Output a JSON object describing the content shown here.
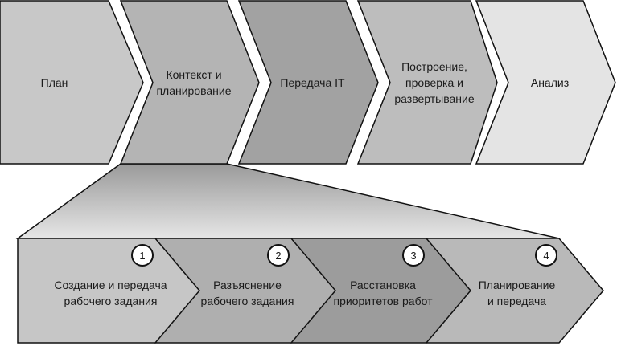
{
  "phases": [
    {
      "lines": [
        "План"
      ],
      "color": "#c8c8c8"
    },
    {
      "lines": [
        "Контекст и",
        "планирование"
      ],
      "color": "#b4b4b4"
    },
    {
      "lines": [
        "Передача IT"
      ],
      "color": "#a2a2a2"
    },
    {
      "lines": [
        "Построение,",
        "проверка и",
        "развертывание"
      ],
      "color": "#bdbdbd"
    },
    {
      "lines": [
        "Анализ"
      ],
      "color": "#e4e4e4"
    }
  ],
  "steps": [
    {
      "number": "1",
      "lines": [
        "Создание и передача",
        "рабочего задания"
      ],
      "color": "#c6c6c6"
    },
    {
      "number": "2",
      "lines": [
        "Разъяснение",
        "рабочего задания"
      ],
      "color": "#afafaf"
    },
    {
      "number": "3",
      "lines": [
        "Расстановка",
        "приоритетов работ"
      ],
      "color": "#9c9c9c"
    },
    {
      "number": "4",
      "lines": [
        "Планирование",
        "и передача"
      ],
      "color": "#b9b9b9"
    }
  ]
}
